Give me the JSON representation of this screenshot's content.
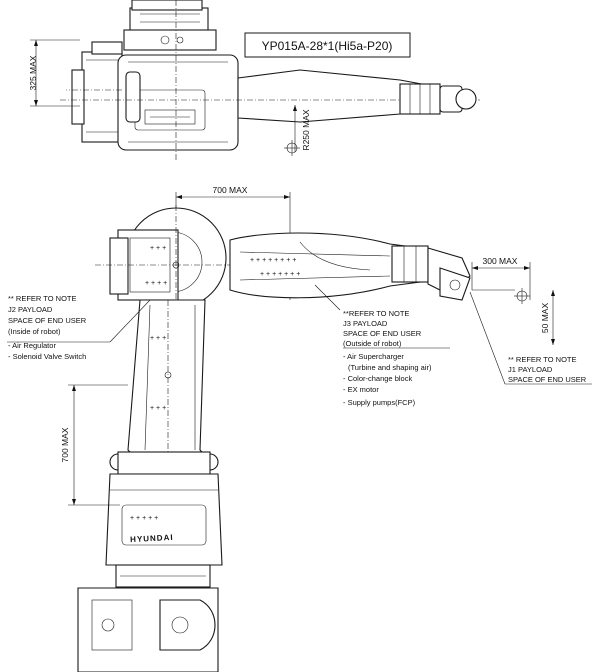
{
  "model_label": "YP015A-28*1(Hi5a-P20)",
  "brand": "HYUNDAI",
  "dimensions": {
    "side_height": "325 MAX",
    "radius": "R250 MAX",
    "arm_width": "700 MAX",
    "wrist_width": "300 MAX",
    "end_height": "50 MAX",
    "j2_height": "700 MAX"
  },
  "notes": {
    "j2": {
      "lines": [
        "** REFER TO NOTE",
        "J2 PAYLOAD",
        "SPACE OF END USER",
        "(Inside of robot)"
      ],
      "items": [
        "- Air Regulator",
        "- Solenoid Valve Switch"
      ]
    },
    "j3": {
      "lines": [
        "**REFER TO NOTE",
        "J3 PAYLOAD",
        "SPACE OF END USER",
        "(Outside of robot)"
      ],
      "items": [
        "- Air Supercharger",
        "(Turbine and shaping air)",
        "- Color-change block",
        "- EX motor",
        "- Supply pumps(FCP)"
      ]
    },
    "j1": {
      "lines": [
        "** REFER TO NOTE",
        "J1 PAYLOAD",
        "SPACE OF END USER"
      ]
    }
  }
}
